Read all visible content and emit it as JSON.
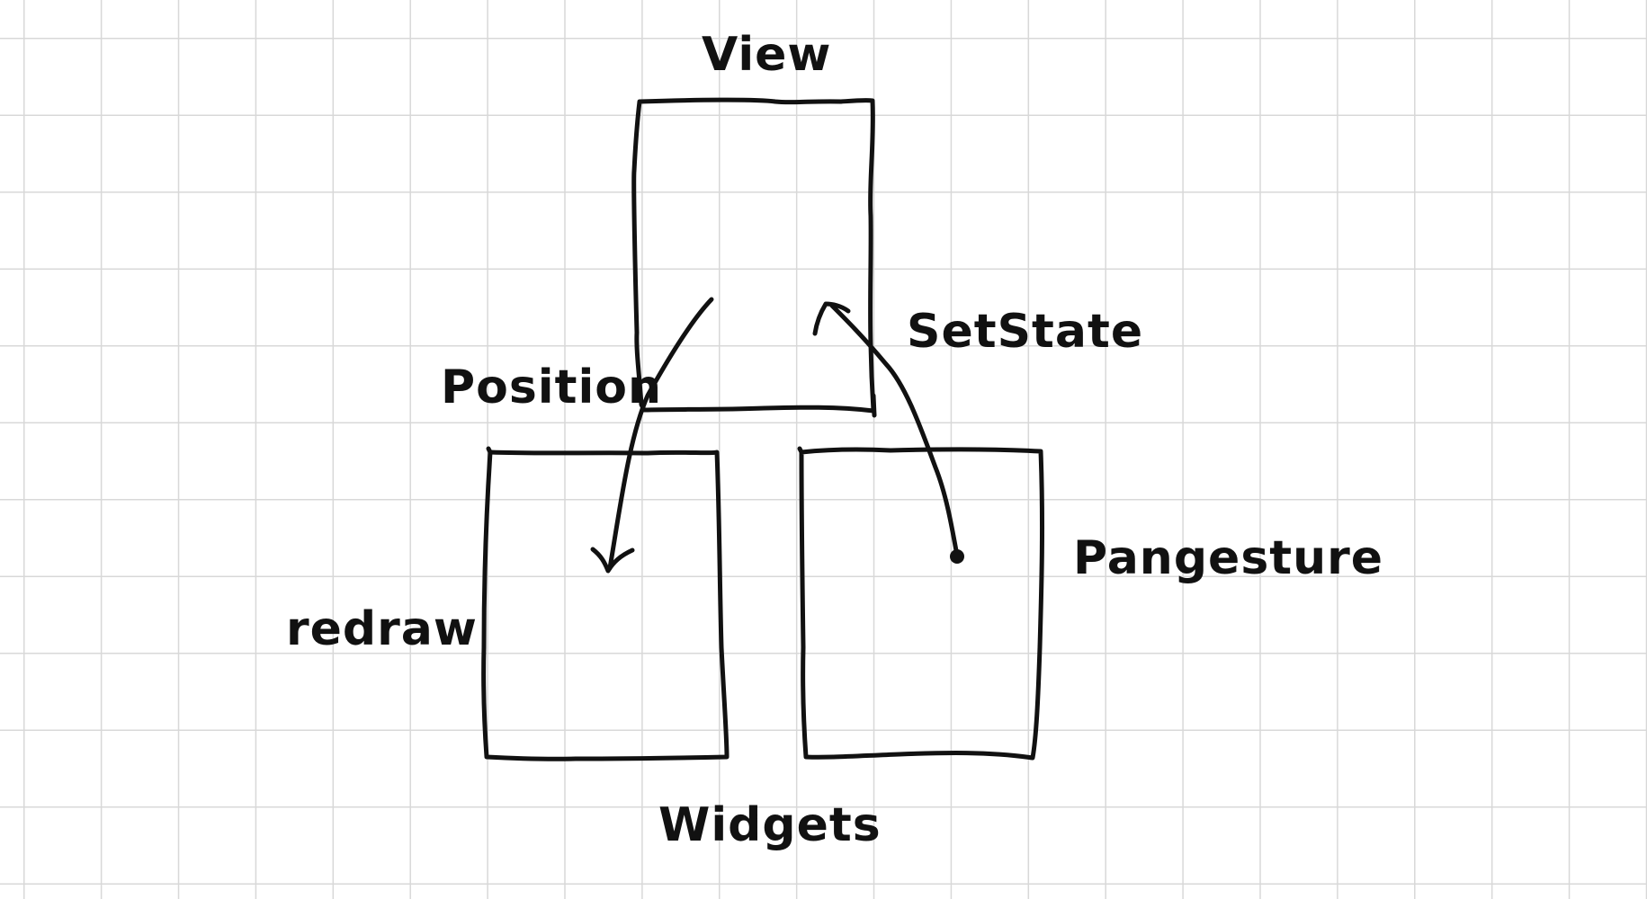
{
  "diagram": {
    "labels": {
      "view": "View",
      "position": "Position",
      "set_state": "SetState",
      "redraw": "redraw",
      "pangesture": "Pangesture",
      "widgets": "Widgets"
    },
    "colors": {
      "ink": "#111111",
      "grid": "#d8d8d8",
      "paper": "#ffffff"
    }
  }
}
